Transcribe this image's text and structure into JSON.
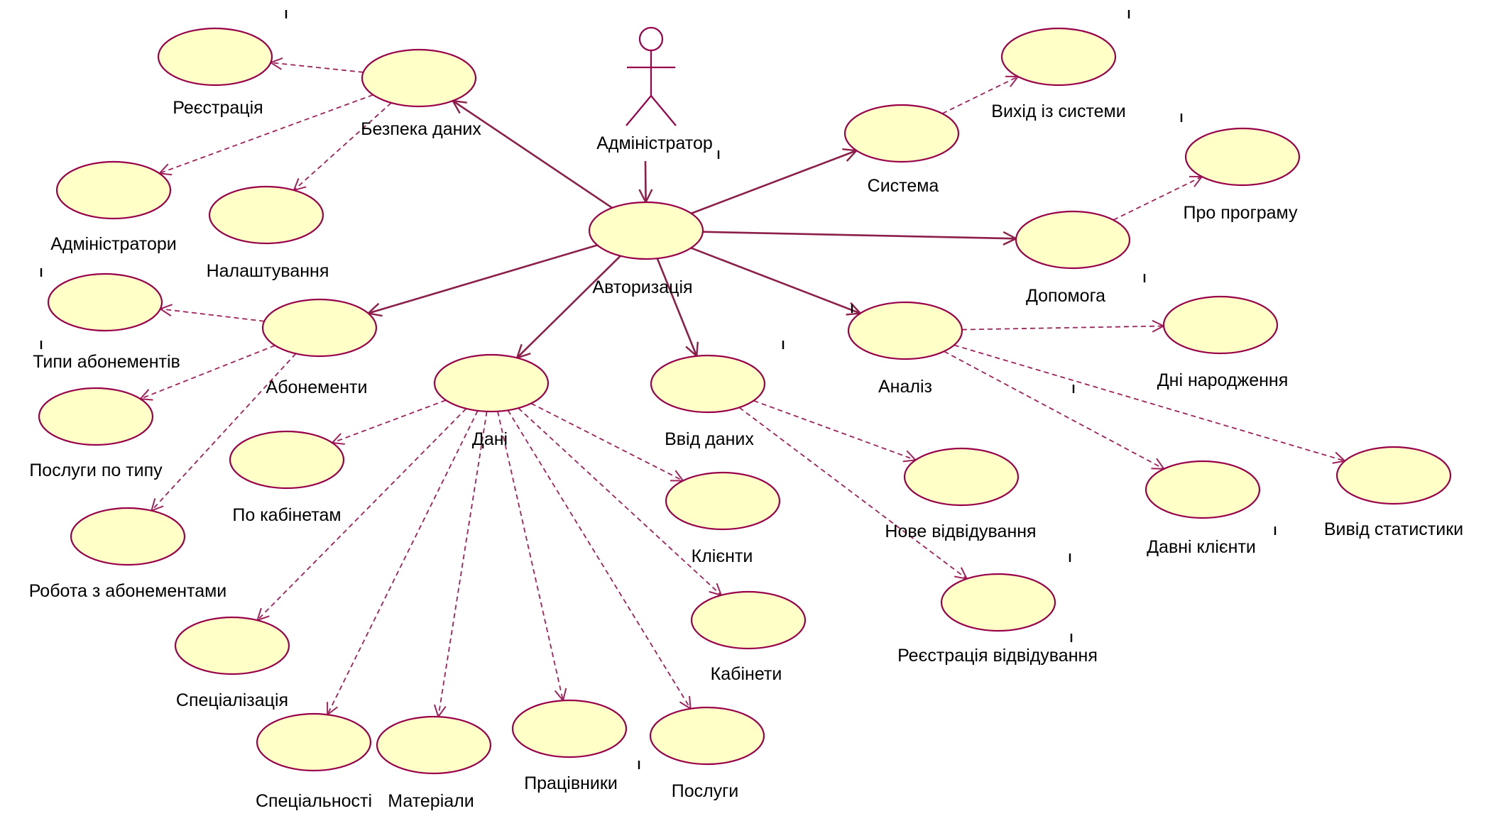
{
  "diagram": {
    "type": "UML use case diagram",
    "actor": {
      "id": "admin",
      "label": "Адміністратор"
    },
    "use_cases": [
      {
        "id": "auth",
        "label": "Авторизація"
      },
      {
        "id": "security",
        "label": "Безпека даних"
      },
      {
        "id": "registration",
        "label": "Реєстрація"
      },
      {
        "id": "admins",
        "label": "Адміністратори"
      },
      {
        "id": "settings",
        "label": "Налаштування"
      },
      {
        "id": "subscriptions",
        "label": "Абонементи"
      },
      {
        "id": "sub_types",
        "label": "Типи абонементів"
      },
      {
        "id": "services_by_type",
        "label": "Послуги по типу"
      },
      {
        "id": "sub_work",
        "label": "Робота з абонементами"
      },
      {
        "id": "data",
        "label": "Дані"
      },
      {
        "id": "by_cabinets",
        "label": "По кабінетам"
      },
      {
        "id": "specialization",
        "label": "Спеціалізація"
      },
      {
        "id": "specialties",
        "label": "Спеціальності"
      },
      {
        "id": "materials",
        "label": "Матеріали"
      },
      {
        "id": "workers",
        "label": "Працівники"
      },
      {
        "id": "services",
        "label": "Послуги"
      },
      {
        "id": "cabinets",
        "label": "Кабінети"
      },
      {
        "id": "clients",
        "label": "Клієнти"
      },
      {
        "id": "data_input",
        "label": "Ввід даних"
      },
      {
        "id": "new_visit",
        "label": "Нове відвідування"
      },
      {
        "id": "visit_reg",
        "label": "Реєстрація відвідування"
      },
      {
        "id": "system",
        "label": "Система"
      },
      {
        "id": "logout",
        "label": "Вихід із системи"
      },
      {
        "id": "help",
        "label": "Допомога"
      },
      {
        "id": "about",
        "label": "Про програму"
      },
      {
        "id": "analysis",
        "label": "Аналіз"
      },
      {
        "id": "birthdays",
        "label": "Дні народження"
      },
      {
        "id": "old_clients",
        "label": "Давні клієнти"
      },
      {
        "id": "stats_output",
        "label": "Вивід статистики"
      }
    ],
    "associations": [
      {
        "from": "admin",
        "to": "auth"
      },
      {
        "from": "auth",
        "to": "security"
      },
      {
        "from": "auth",
        "to": "system"
      },
      {
        "from": "auth",
        "to": "help"
      },
      {
        "from": "auth",
        "to": "analysis"
      },
      {
        "from": "auth",
        "to": "subscriptions"
      },
      {
        "from": "auth",
        "to": "data"
      },
      {
        "from": "auth",
        "to": "data_input"
      }
    ],
    "dependencies": [
      {
        "from": "security",
        "to": "registration"
      },
      {
        "from": "security",
        "to": "admins"
      },
      {
        "from": "security",
        "to": "settings"
      },
      {
        "from": "subscriptions",
        "to": "sub_types"
      },
      {
        "from": "subscriptions",
        "to": "services_by_type"
      },
      {
        "from": "subscriptions",
        "to": "sub_work"
      },
      {
        "from": "data",
        "to": "by_cabinets"
      },
      {
        "from": "data",
        "to": "specialization"
      },
      {
        "from": "data",
        "to": "specialties"
      },
      {
        "from": "data",
        "to": "materials"
      },
      {
        "from": "data",
        "to": "workers"
      },
      {
        "from": "data",
        "to": "services"
      },
      {
        "from": "data",
        "to": "cabinets"
      },
      {
        "from": "data",
        "to": "clients"
      },
      {
        "from": "data_input",
        "to": "new_visit"
      },
      {
        "from": "data_input",
        "to": "visit_reg"
      },
      {
        "from": "system",
        "to": "logout"
      },
      {
        "from": "help",
        "to": "about"
      },
      {
        "from": "analysis",
        "to": "birthdays"
      },
      {
        "from": "analysis",
        "to": "old_clients"
      },
      {
        "from": "analysis",
        "to": "stats_output"
      }
    ]
  },
  "colors": {
    "use_case_fill": "#ffffc8",
    "use_case_stroke": "#99004c",
    "association_line": "#8b1f4a",
    "dependency_line": "#a0205a"
  }
}
